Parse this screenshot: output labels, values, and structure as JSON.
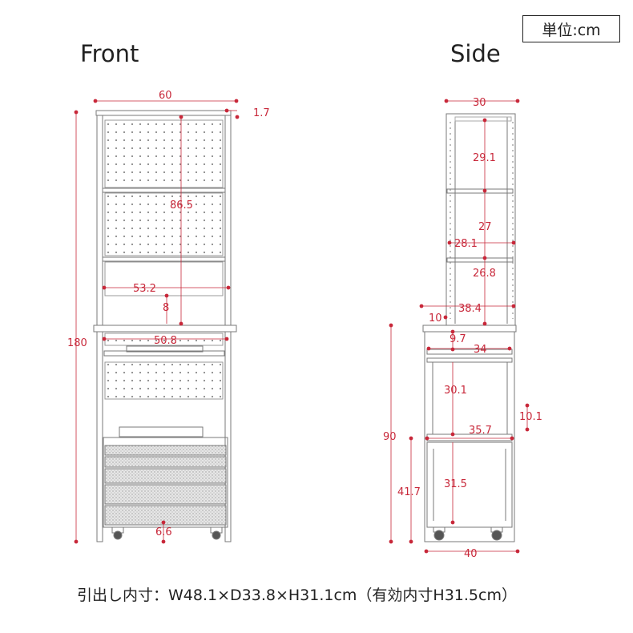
{
  "unit_label": "単位:cm",
  "front": {
    "title": "Front",
    "dims": {
      "width": "60",
      "top_thickness": "1.7",
      "height": "180",
      "hutch_inner_height": "86.5",
      "inner_width": "53.2",
      "gap": "8",
      "counter_inner_width": "50.8",
      "caster_height": "6.6"
    }
  },
  "side": {
    "title": "Side",
    "dims": {
      "depth": "30",
      "shelf_upper": "29.1",
      "shelf_middle": "27",
      "hutch_inner_depth": "28.1",
      "shelf_lower": "26.8",
      "counter_depth": "38.4",
      "overhang": "10",
      "gap_under_top": "9.7",
      "base_inner_depth": "34",
      "base_upper_space": "30.1",
      "rail_height": "10.1",
      "drawer_inner_depth": "35.7",
      "counter_height": "90",
      "drawer_height": "31.5",
      "lower_height": "41.7",
      "base_depth": "40"
    }
  },
  "drawer_note": "引出し内寸：W48.1×D33.8×H31.1cm（有効内寸H31.5cm）",
  "colors": {
    "dimension": "#c8283a",
    "line": "#7a7a7a",
    "text": "#222222"
  }
}
